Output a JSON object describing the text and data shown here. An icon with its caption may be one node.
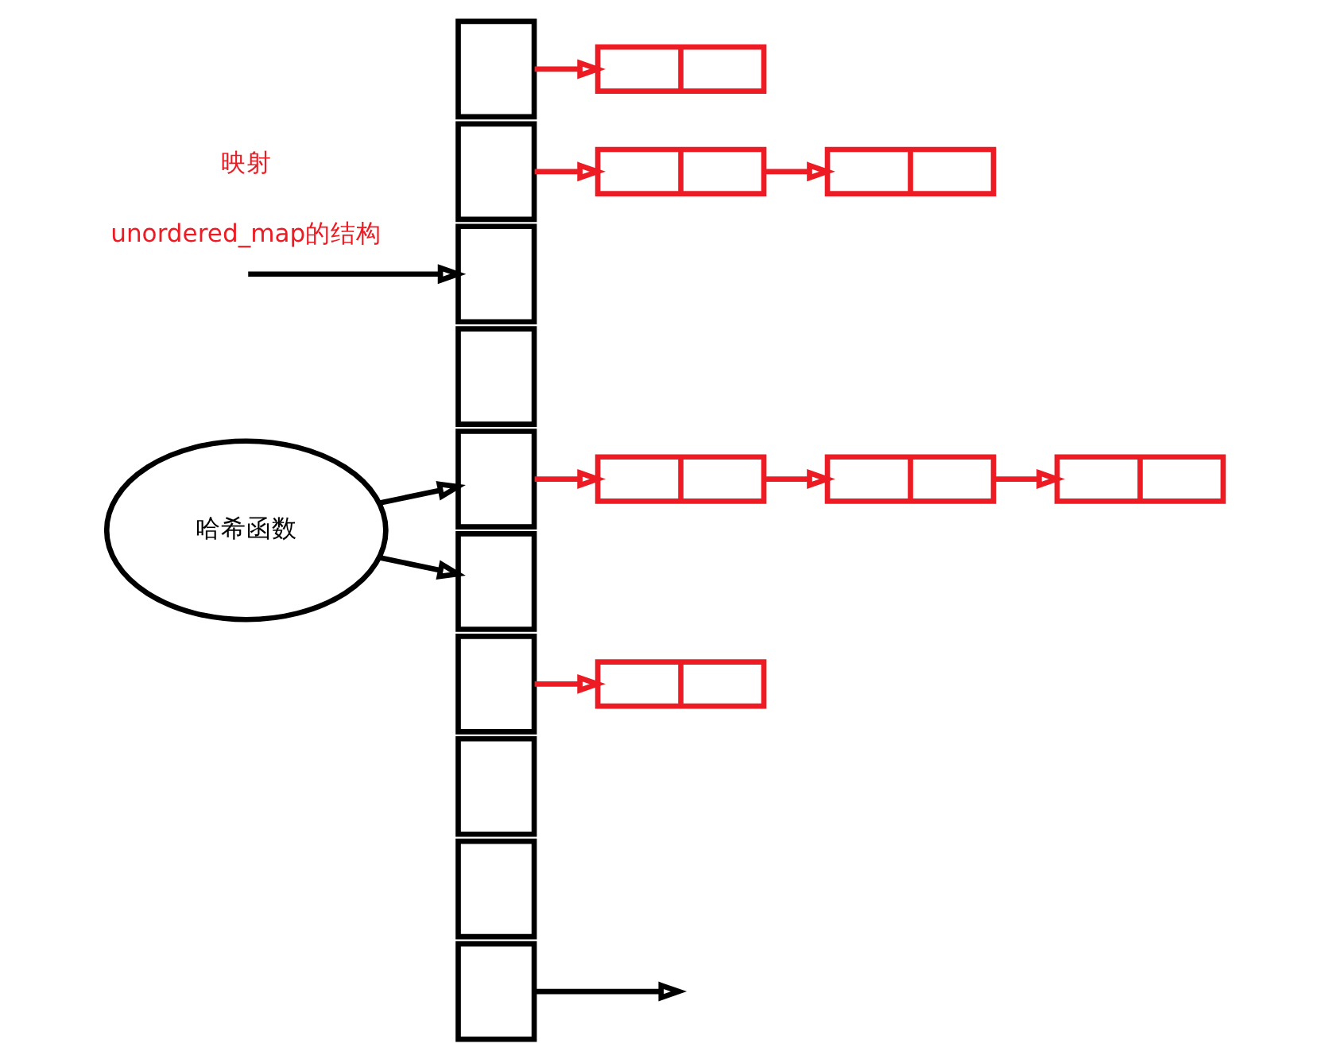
{
  "diagram": {
    "nodes": [
      {
        "text": [],
        "shape": "box"
      },
      {
        "text": [],
        "shape": "box"
      },
      {
        "text": [],
        "shape": "box"
      },
      {
        "text": [],
        "shape": "box"
      },
      {
        "text": [],
        "shape": "box"
      },
      {
        "text": [],
        "shape": "box"
      },
      {
        "text": [],
        "shape": "box"
      },
      {
        "text": [],
        "shape": "box"
      },
      {
        "text": [],
        "shape": "box"
      },
      {
        "text": [],
        "shape": "box"
      },
      {
        "text": [],
        "shape": "box"
      },
      {
        "text": [],
        "shape": "box"
      },
      {
        "text": [],
        "shape": "box"
      },
      {
        "text": [
          "哈希函数"
        ]
      },
      {
        "text": [],
        "shape": "box"
      },
      {
        "text": [],
        "shape": "box"
      },
      {
        "text": [],
        "shape": "box"
      },
      {
        "text": [],
        "shape": "box"
      }
    ],
    "edges": [
      {
        "from": 0,
        "to": 10,
        "arrow": "to"
      },
      {
        "from": 1,
        "to": 11,
        "arrow": "to"
      },
      {
        "from": 11,
        "to": 12,
        "arrow": "to"
      },
      {
        "from": 4,
        "to": 14,
        "arrow": "to"
      },
      {
        "from": 14,
        "to": 15,
        "arrow": "to"
      },
      {
        "from": 15,
        "to": 16,
        "arrow": "to"
      },
      {
        "from": 6,
        "to": 17,
        "arrow": "to"
      },
      {
        "from": null,
        "to": 2,
        "arrow": "to",
        "color": "#000000"
      },
      {
        "from": 13,
        "to": 4,
        "arrow": "to",
        "color": "#000000"
      },
      {
        "from": 13,
        "to": 5,
        "arrow": "to",
        "color": "#000000"
      },
      {
        "from": 9,
        "to": null,
        "arrow": "to",
        "color": "#000000"
      }
    ],
    "labels": [
      "unordered_map的结构",
      "映射"
    ]
  }
}
